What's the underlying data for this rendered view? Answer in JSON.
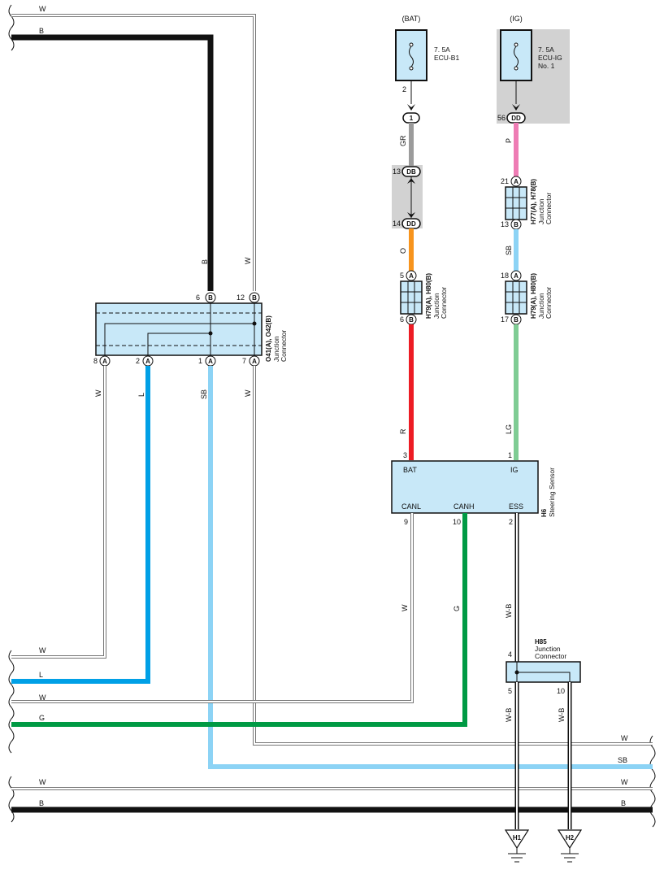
{
  "fuses": {
    "bat": {
      "supply": "(BAT)",
      "rating": "7. 5A",
      "name": "ECU-B1",
      "pin": "2"
    },
    "ig": {
      "supply": "(IG)",
      "rating": "7. 5A",
      "name": "ECU-IG",
      "name2": "No. 1",
      "pin": "56",
      "connector": "DD"
    }
  },
  "connectors": {
    "bat_inline": {
      "pin": "1"
    },
    "db_dd": {
      "pin_top": "13",
      "code_top": "DB",
      "pin_bottom": "14",
      "code_bottom": "DD"
    },
    "h79_left": {
      "id": "H79(A), H80(B)",
      "desc1": "Junction",
      "desc2": "Connector",
      "pin_top": "5",
      "char_top": "A",
      "pin_bottom": "6",
      "char_bottom": "B"
    },
    "h77": {
      "id": "H77(A), H78(B)",
      "desc1": "Junction",
      "desc2": "Connector",
      "pin_top": "21",
      "char_top": "A",
      "pin_bottom": "13",
      "char_bottom": "B"
    },
    "h79_right": {
      "id": "H79(A), H80(B)",
      "desc1": "Junction",
      "desc2": "Connector",
      "pin_top": "18",
      "char_top": "A",
      "pin_bottom": "17",
      "char_bottom": "B"
    },
    "o41": {
      "id": "O41(A), O42(B)",
      "desc1": "Junction",
      "desc2": "Connector",
      "top_pins": [
        {
          "num": "6",
          "char": "B"
        },
        {
          "num": "12",
          "char": "B"
        }
      ],
      "bottom_pins": [
        {
          "num": "8",
          "char": "A"
        },
        {
          "num": "2",
          "char": "A"
        },
        {
          "num": "1",
          "char": "A"
        },
        {
          "num": "7",
          "char": "A"
        }
      ]
    },
    "h85": {
      "id": "H85",
      "desc1": "Junction",
      "desc2": "Connector",
      "pin_in": "4",
      "pin_out1": "5",
      "pin_out2": "10"
    }
  },
  "steering_sensor": {
    "id": "H6",
    "name": "Steering Sensor",
    "terminals": {
      "bat": "BAT",
      "ig": "IG",
      "canl": "CANL",
      "canh": "CANH",
      "ess": "ESS"
    },
    "pins": {
      "bat": "3",
      "ig": "1",
      "canl": "9",
      "canh": "10",
      "ess": "2"
    }
  },
  "wire_colors": {
    "gr": "GR",
    "o": "O",
    "r": "R",
    "p": "P",
    "sb": "SB",
    "lg": "LG",
    "b": "B",
    "w": "W",
    "l": "L",
    "g": "G",
    "wb": "W-B"
  },
  "grounds": {
    "h1": "H1",
    "h2": "H2"
  },
  "colors": {
    "black": "#111111",
    "blue": "#00a0e6",
    "lightblue": "#8cd3f5",
    "green": "#009a44",
    "gray": "#9b9b9b",
    "orange": "#f7941d",
    "red": "#ed1c24",
    "pink": "#ee7cb4",
    "lightgreen": "#7fcc94",
    "boxfill": "#c8e8f8",
    "shade": "#d2d2d2"
  }
}
